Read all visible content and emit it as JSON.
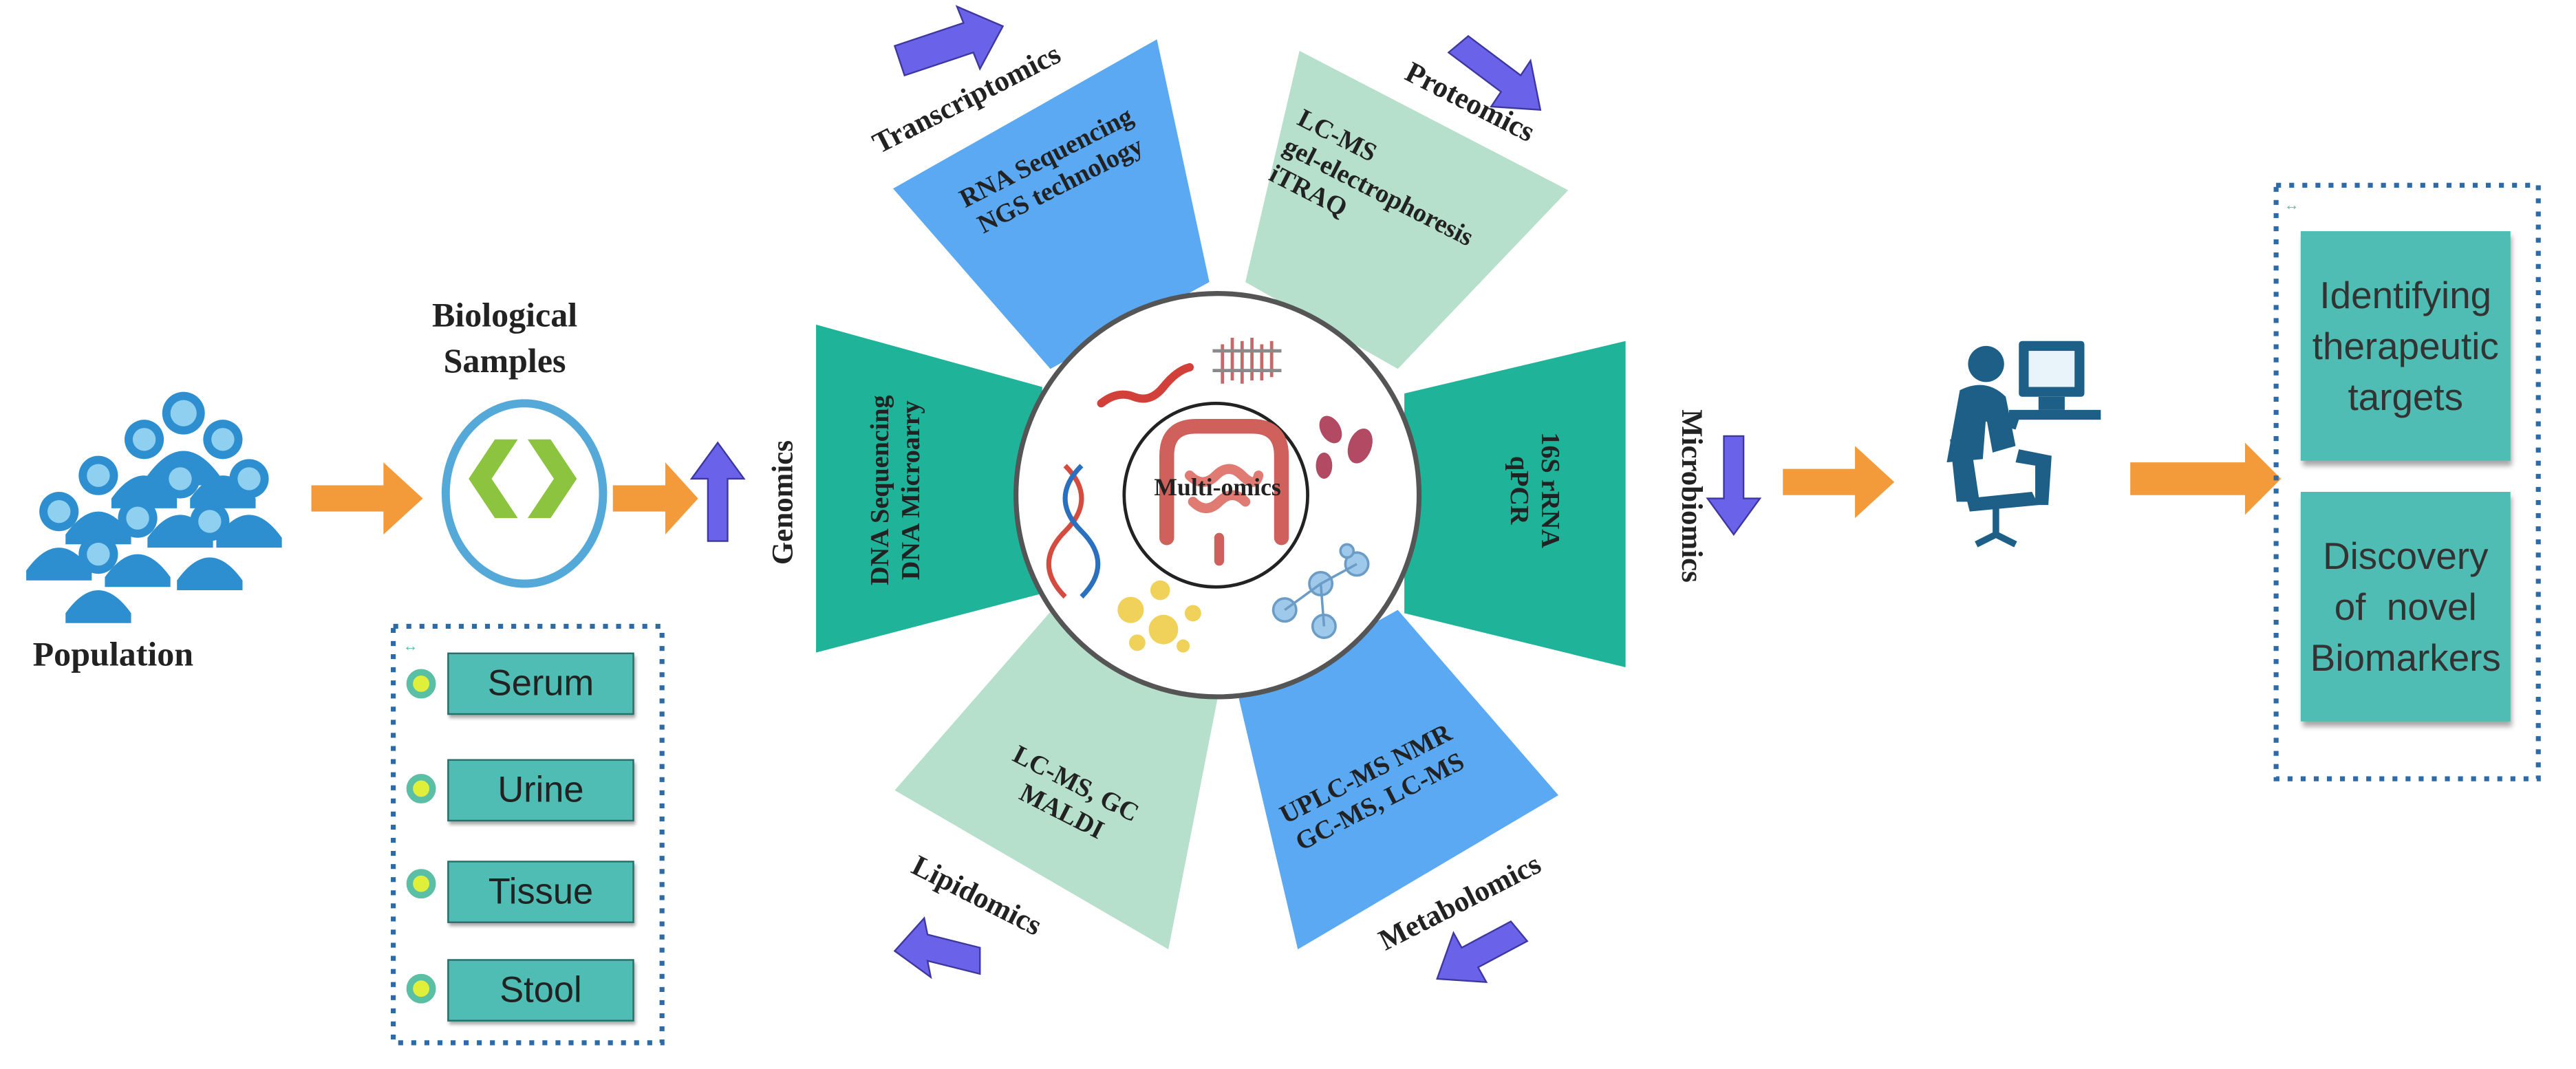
{
  "population": {
    "label": "Population"
  },
  "samples": {
    "title_line1": "Biological",
    "title_line2": "Samples",
    "items": [
      "Serum",
      "Urine",
      "Tissue",
      "Stool"
    ]
  },
  "center": {
    "label": "Multi-omics"
  },
  "omics": {
    "transcriptomics": {
      "name": "Transcriptomics",
      "tech": [
        "RNA Sequencing",
        "NGS technology"
      ]
    },
    "proteomics": {
      "name": "Proteomics",
      "tech": [
        "LC-MS",
        "gel-electrophoresis",
        "iTRAQ"
      ]
    },
    "genomics": {
      "name": "Genomics",
      "tech": [
        "DNA Sequencing",
        "DNA Microarry"
      ]
    },
    "microbiomics": {
      "name": "Microbiomics",
      "tech": [
        "16S rRNA",
        "qPCR"
      ]
    },
    "lipidomics": {
      "name": "Lipidomics",
      "tech": [
        "LC-MS, GC",
        "MALDI"
      ]
    },
    "metabolomics": {
      "name": "Metabolomics",
      "tech": [
        "UPLC-MS NMR",
        "GC-MS, LC-MS"
      ]
    }
  },
  "outcomes": {
    "targets": [
      "Identifying",
      "therapeutic",
      "targets"
    ],
    "biomarkers": [
      "Discovery",
      "of  novel",
      "Biomarkers"
    ]
  },
  "colors": {
    "teal": "#1fb39a",
    "mint": "#b7e0cc",
    "blue": "#5aa9f2",
    "sample_box": "#4fbdb4",
    "flow_arrow": "#f39a3b",
    "omic_arrow": "#6a63ea",
    "person": "#1d5f86"
  },
  "icons": [
    "people-icon",
    "swap-icon",
    "intestine-icon",
    "dna-icon",
    "rna-icon",
    "protein-icon",
    "bacteria-icon",
    "lipid-icon",
    "molecule-icon",
    "computer-user-icon",
    "expand-icon"
  ]
}
